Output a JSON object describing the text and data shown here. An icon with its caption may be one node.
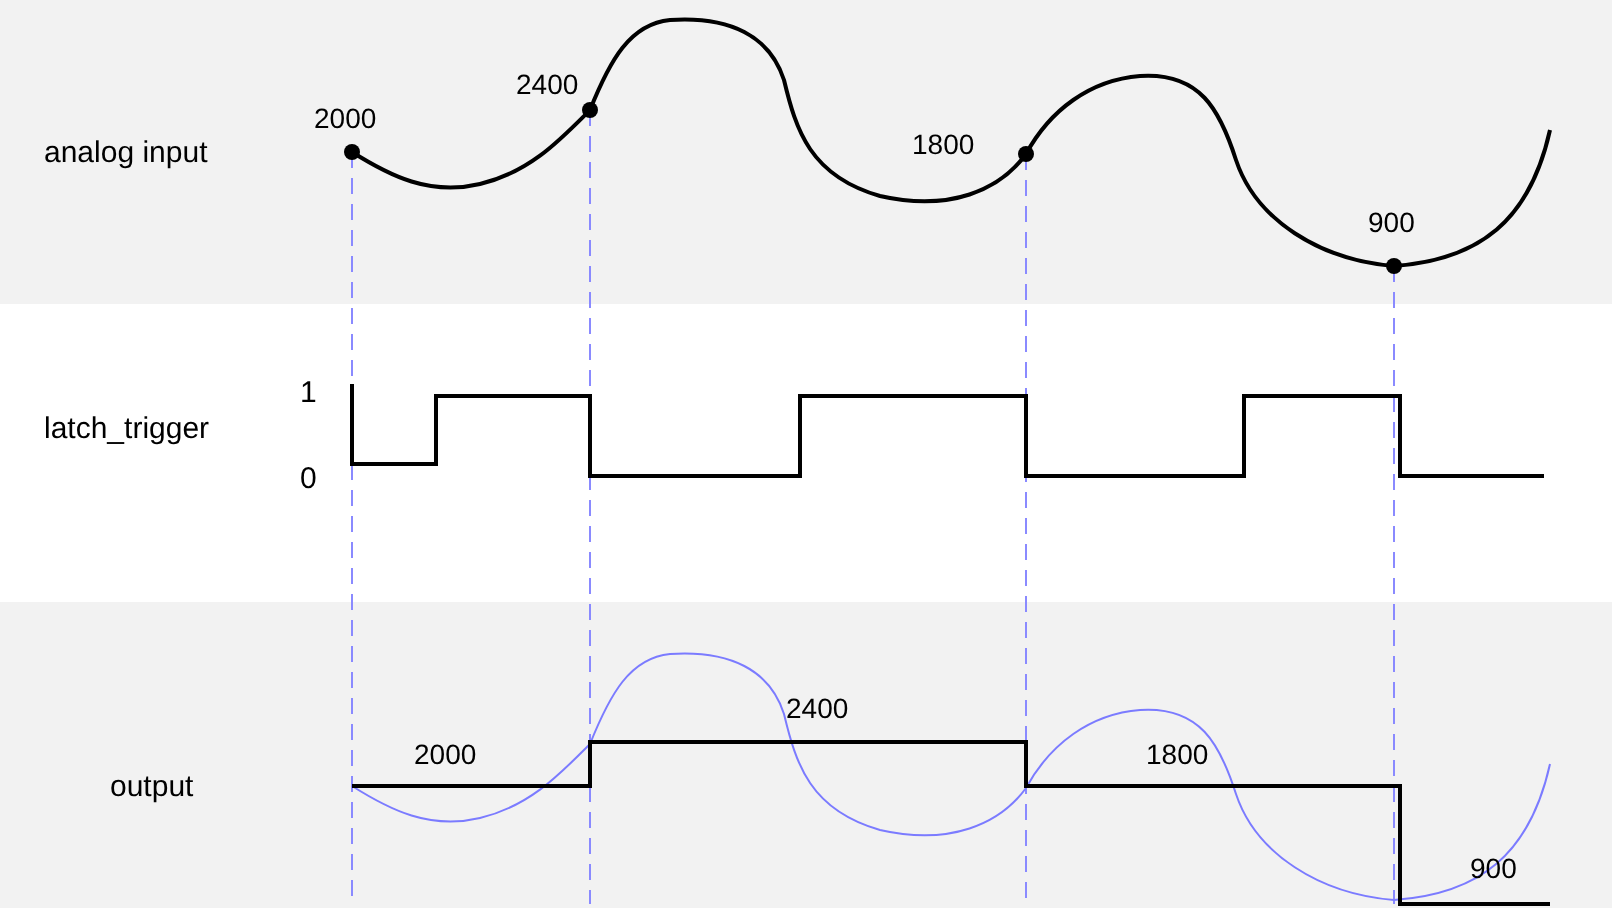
{
  "diagram": {
    "labels": [
      "2400",
      "2000",
      "analog input",
      "1800",
      "900",
      "1",
      "latch_trigger",
      "0",
      "2400",
      "2000",
      "output",
      "1800",
      "900"
    ]
  }
}
